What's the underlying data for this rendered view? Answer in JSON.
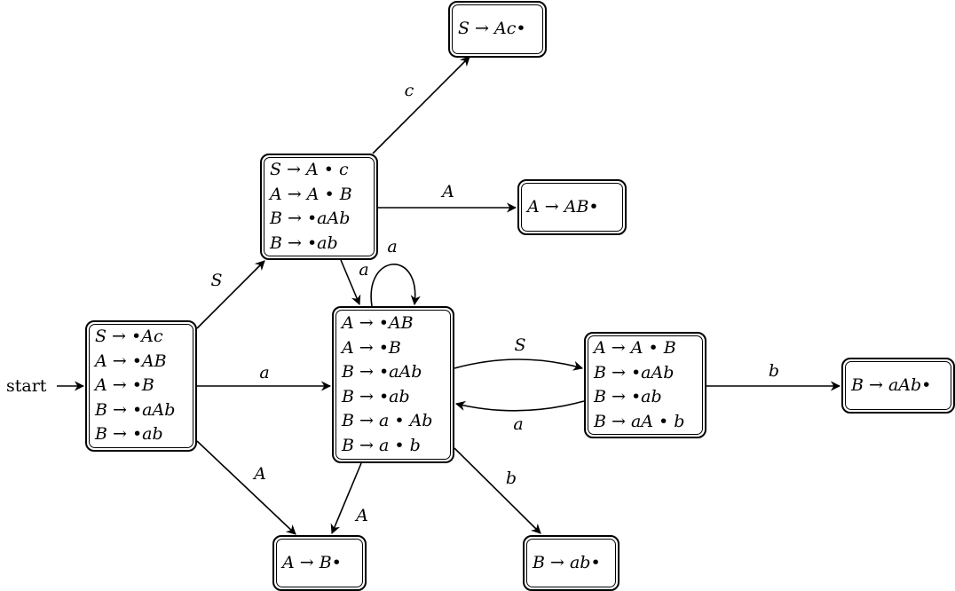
{
  "diagram": {
    "title": "LR(0) item automaton",
    "start_label": "start",
    "states": [
      {
        "id": "I0",
        "items": [
          "S → •Ac",
          "A → •AB",
          "A → •B",
          "B → •aAb",
          "B → •ab"
        ]
      },
      {
        "id": "I1",
        "items": [
          "S → A • c",
          "A → A • B",
          "B → •aAb",
          "B → •ab"
        ]
      },
      {
        "id": "I2",
        "items": [
          "S → Ac•"
        ]
      },
      {
        "id": "I3",
        "items": [
          "A → AB•"
        ]
      },
      {
        "id": "I4",
        "items": [
          "A → •AB",
          "A → •B",
          "B → •aAb",
          "B → •ab",
          "B → a • Ab",
          "B → a • b"
        ]
      },
      {
        "id": "I5",
        "items": [
          "A → A • B",
          "B → •aAb",
          "B → •ab",
          "B → aA • b"
        ]
      },
      {
        "id": "I6",
        "items": [
          "B → aAb•"
        ]
      },
      {
        "id": "I7",
        "items": [
          "A → B•"
        ]
      },
      {
        "id": "I8",
        "items": [
          "B → ab•"
        ]
      }
    ],
    "transitions": [
      {
        "from": "start",
        "to": "I0",
        "label": ""
      },
      {
        "from": "I0",
        "to": "I1",
        "label": "S"
      },
      {
        "from": "I0",
        "to": "I4",
        "label": "a"
      },
      {
        "from": "I0",
        "to": "I7",
        "label": "A"
      },
      {
        "from": "I1",
        "to": "I2",
        "label": "c"
      },
      {
        "from": "I1",
        "to": "I3",
        "label": "A"
      },
      {
        "from": "I1",
        "to": "I4",
        "label": "a"
      },
      {
        "from": "I4",
        "to": "I4",
        "label": "a"
      },
      {
        "from": "I4",
        "to": "I5",
        "label": "S"
      },
      {
        "from": "I5",
        "to": "I4",
        "label": "a"
      },
      {
        "from": "I5",
        "to": "I6",
        "label": "b"
      },
      {
        "from": "I4",
        "to": "I7",
        "label": "A"
      },
      {
        "from": "I4",
        "to": "I8",
        "label": "b"
      }
    ]
  }
}
